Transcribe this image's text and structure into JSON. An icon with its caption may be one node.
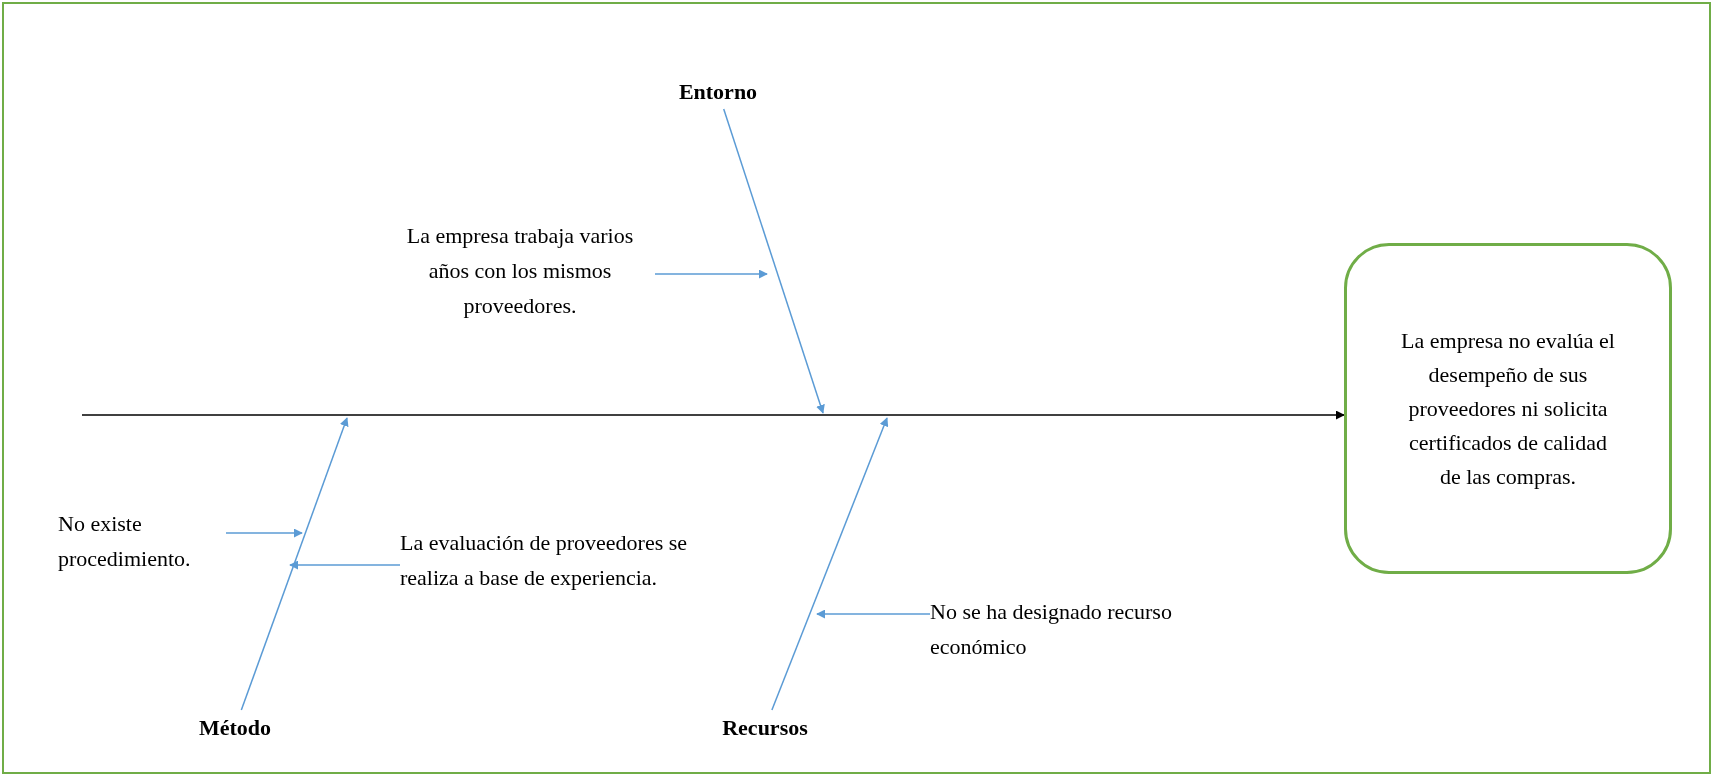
{
  "diagram": {
    "nodes": [
      {
        "text": [
          "Entorno"
        ]
      },
      {
        "text": [
          "La empresa trabaja varios años con los mismos proveedores."
        ]
      },
      {
        "text": [
          "Método"
        ]
      },
      {
        "text": [
          "No existe procedimiento."
        ]
      },
      {
        "text": [
          "La evaluación de proveedores se realiza a base de experiencia."
        ]
      },
      {
        "text": [
          "Recursos"
        ]
      },
      {
        "text": [
          "No se ha designado recurso económico"
        ]
      },
      {
        "text": [
          "La empresa no evalúa el desempeño de sus proveedores ni solicita certificados de calidad de las compras."
        ]
      }
    ],
    "edges": [
      {
        "from": null,
        "to": 7,
        "arrow": "to",
        "color": "#000000"
      },
      {
        "from": 0,
        "to": null,
        "arrow": "to"
      },
      {
        "from": 1,
        "to": null,
        "arrow": "to"
      },
      {
        "from": 2,
        "to": null,
        "arrow": "to"
      },
      {
        "from": 3,
        "to": null,
        "arrow": "to"
      },
      {
        "from": 4,
        "to": null,
        "arrow": "to"
      },
      {
        "from": 5,
        "to": null,
        "arrow": "to"
      },
      {
        "from": 6,
        "to": null,
        "arrow": "to"
      }
    ]
  }
}
